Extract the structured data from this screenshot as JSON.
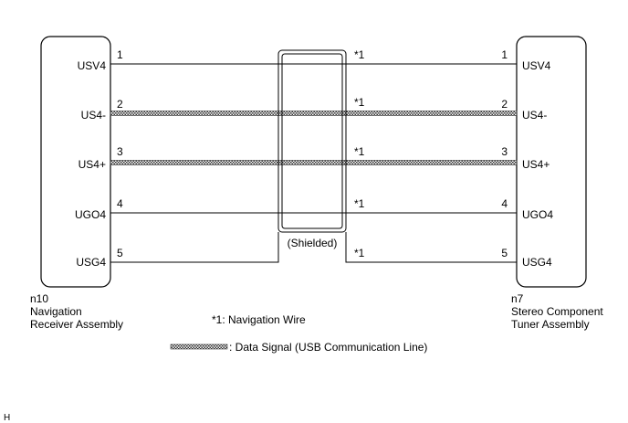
{
  "left_connector": {
    "code": "n10",
    "name_line1": "Navigation",
    "name_line2": "Receiver Assembly",
    "pins": [
      "USV4",
      "US4-",
      "US4+",
      "UGO4",
      "USG4"
    ]
  },
  "right_connector": {
    "code": "n7",
    "name_line1": "Stereo Component",
    "name_line2": "Tuner Assembly",
    "pins": [
      "USV4",
      "US4-",
      "US4+",
      "UGO4",
      "USG4"
    ]
  },
  "pin_numbers": [
    "1",
    "2",
    "3",
    "4",
    "5"
  ],
  "wire_marker": "*1",
  "shield_label": "(Shielded)",
  "note": "*1: Navigation Wire",
  "legend": ": Data Signal (USB Communication Line)",
  "corner_mark": "H",
  "wires": [
    {
      "type": "plain"
    },
    {
      "type": "data"
    },
    {
      "type": "data"
    },
    {
      "type": "plain"
    },
    {
      "type": "plain"
    }
  ]
}
